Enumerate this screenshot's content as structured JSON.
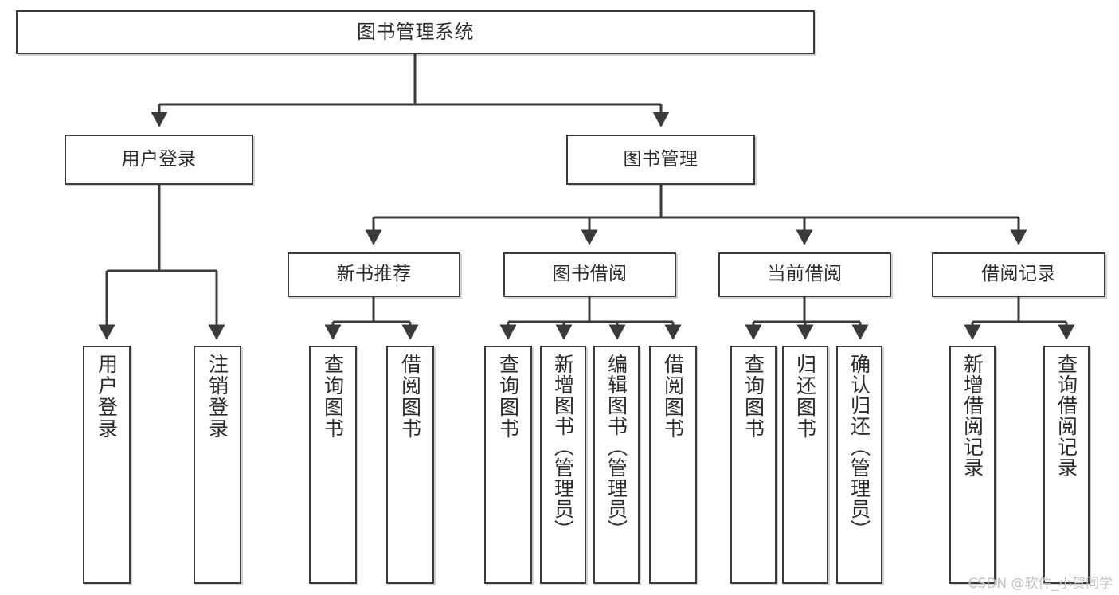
{
  "diagram": {
    "title": "图书管理系统",
    "type": "hierarchy-tree",
    "nodes": {
      "root": {
        "label": "图书管理系统"
      },
      "level2": [
        {
          "id": "user-login",
          "label": "用户登录"
        },
        {
          "id": "book-management",
          "label": "图书管理"
        }
      ],
      "level3": [
        {
          "id": "new-book-recommend",
          "label": "新书推荐"
        },
        {
          "id": "book-borrow",
          "label": "图书借阅"
        },
        {
          "id": "current-borrow",
          "label": "当前借阅"
        },
        {
          "id": "borrow-record",
          "label": "借阅记录"
        }
      ],
      "leaves": {
        "user-login": [
          {
            "id": "leaf-user-login",
            "label": "用户登录"
          },
          {
            "id": "leaf-user-logout",
            "label": "注销登录"
          }
        ],
        "new-book-recommend": [
          {
            "id": "leaf-query-book-1",
            "label": "查询图书"
          },
          {
            "id": "leaf-borrow-book-1",
            "label": "借阅图书"
          }
        ],
        "book-borrow": [
          {
            "id": "leaf-query-book-2",
            "label": "查询图书"
          },
          {
            "id": "leaf-add-book",
            "label": "新增图书（管理员）"
          },
          {
            "id": "leaf-edit-book",
            "label": "编辑图书（管理员）"
          },
          {
            "id": "leaf-borrow-book-2",
            "label": "借阅图书"
          }
        ],
        "current-borrow": [
          {
            "id": "leaf-query-book-3",
            "label": "查询图书"
          },
          {
            "id": "leaf-return-book",
            "label": "归还图书"
          },
          {
            "id": "leaf-confirm-return",
            "label": "确认归还（管理员）"
          }
        ],
        "borrow-record": [
          {
            "id": "leaf-add-record",
            "label": "新增借阅记录"
          },
          {
            "id": "leaf-query-record",
            "label": "查询借阅记录"
          }
        ]
      }
    },
    "colors": {
      "border": "#3a3a3a",
      "text": "#2b2b2b",
      "background": "#ffffff",
      "connector": "#3a3a3a",
      "watermark": "#c3c3c3"
    }
  },
  "watermark": {
    "text": "CSDN @软件_小贺同学"
  }
}
